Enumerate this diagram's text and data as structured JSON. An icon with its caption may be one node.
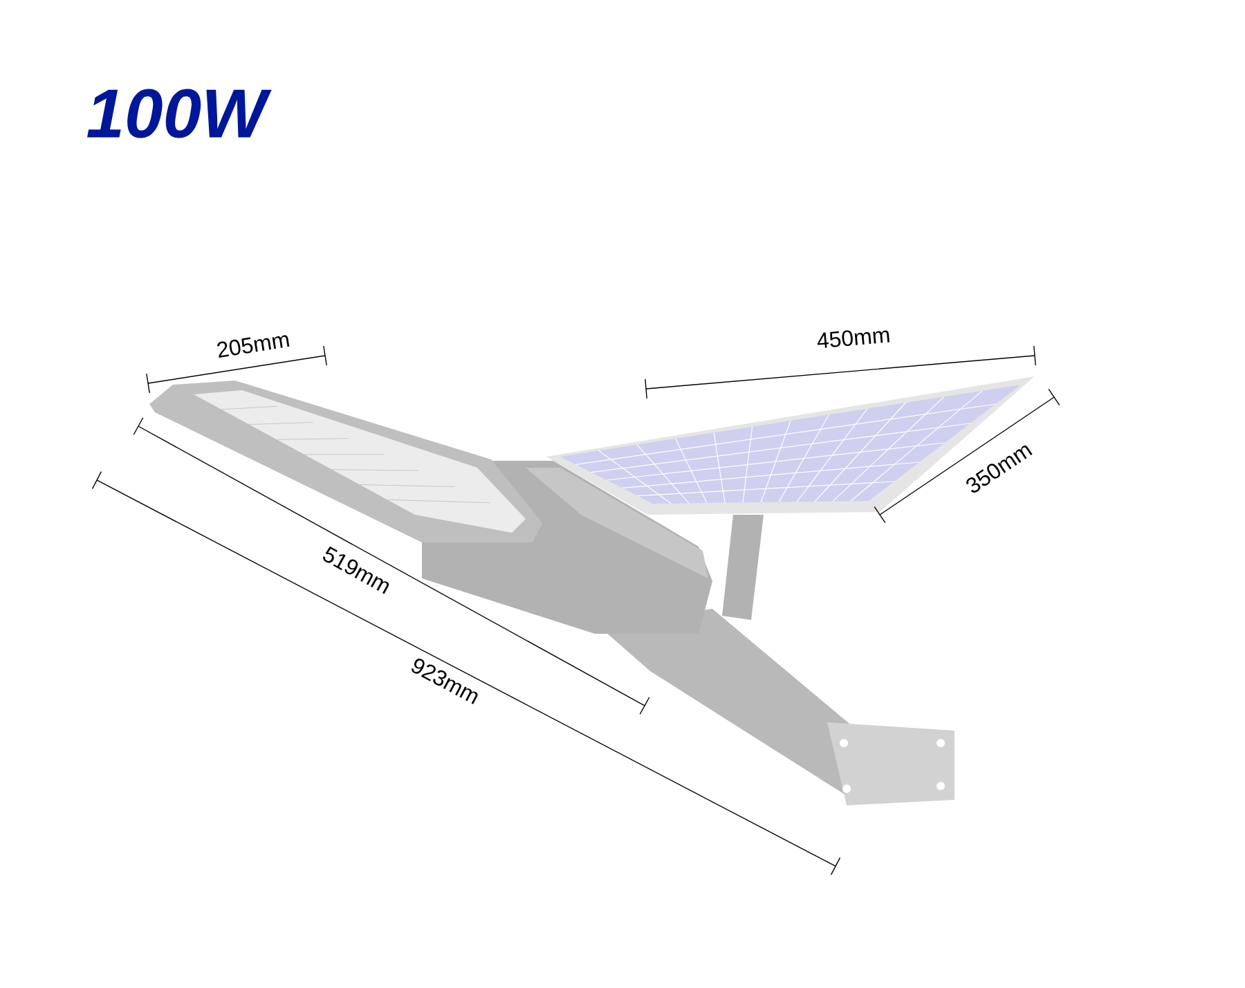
{
  "diagram": {
    "title": "100W",
    "labels": [
      "205mm",
      "450mm",
      "350mm",
      "519mm",
      "923mm"
    ]
  }
}
